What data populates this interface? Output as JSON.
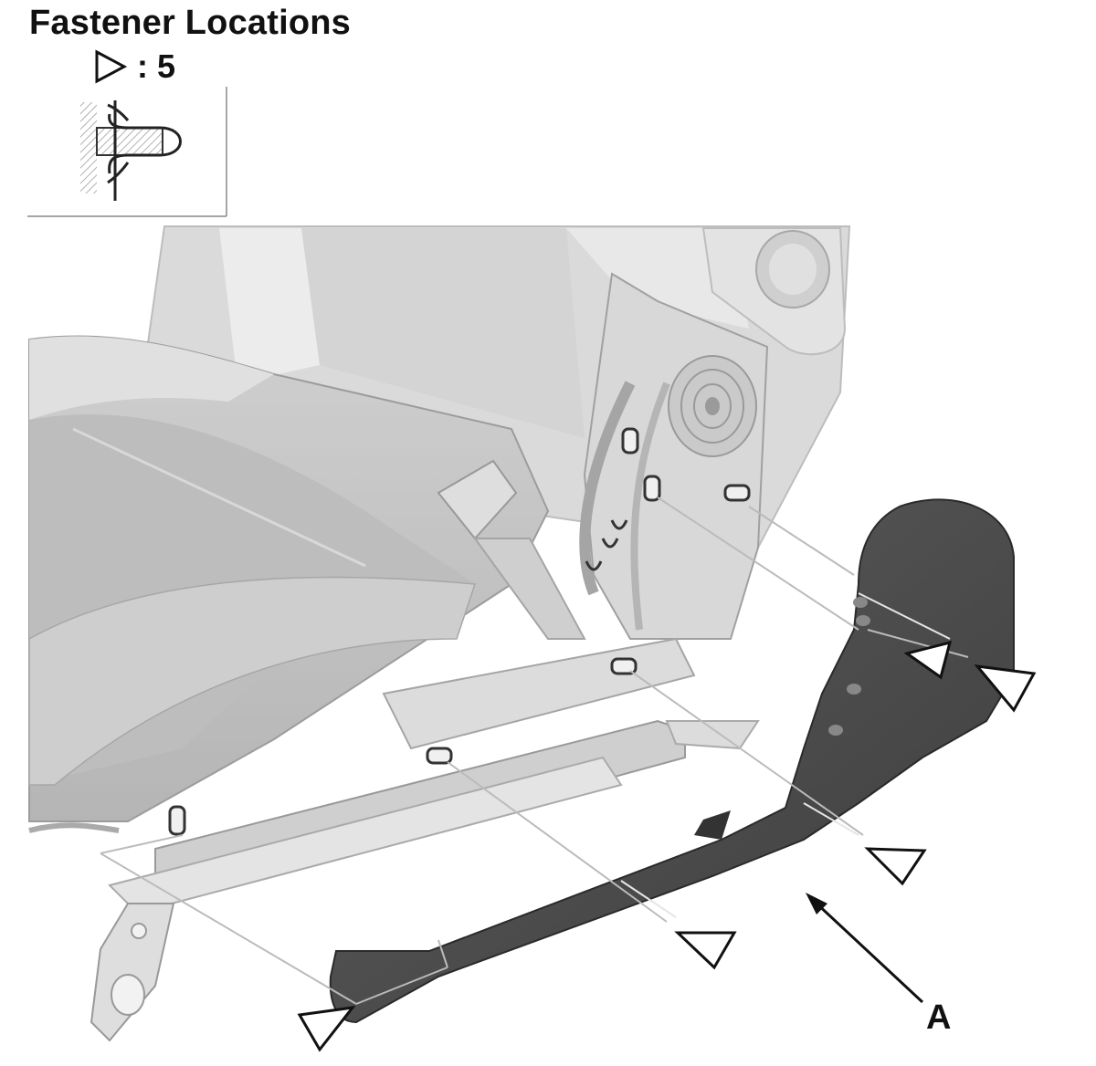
{
  "heading": {
    "title": "Fastener Locations",
    "legend_count": ": 5",
    "legend_icon": "triangle-outline-icon"
  },
  "inset": {
    "icon": "clip-fastener-icon"
  },
  "labels": {
    "part_a": "A"
  },
  "colors": {
    "cover": "#4a4a4a",
    "seat_light": "#e6e6e6",
    "seat_mid": "#cfcfcf",
    "seat_dark": "#a9a9a9",
    "outline": "#222222"
  }
}
